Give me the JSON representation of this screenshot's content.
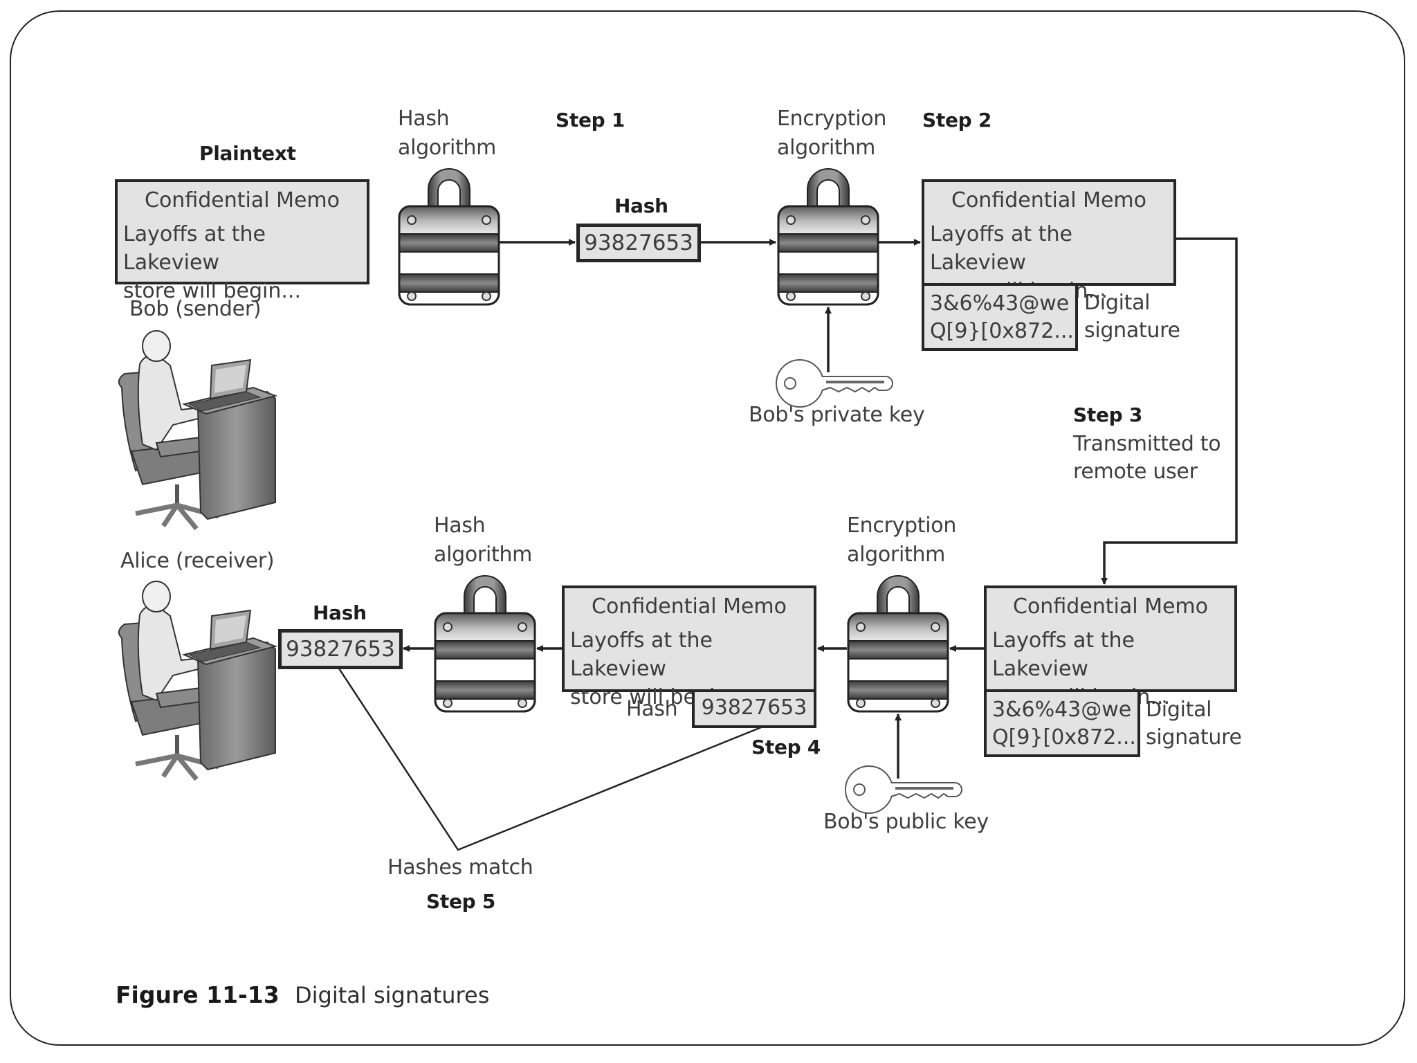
{
  "figure": {
    "number": "Figure 11-13",
    "title": "Digital signatures"
  },
  "sender": {
    "label": "Bob (sender)",
    "icon": "person-at-computer-icon"
  },
  "receiver": {
    "label": "Alice (receiver)",
    "icon": "person-at-computer-icon"
  },
  "plaintext": {
    "heading": "Plaintext",
    "memo_title": "Confidential Memo",
    "memo_line1": "Layoffs at the Lakeview",
    "memo_line2": "store will begin..."
  },
  "step1": {
    "label": "Step 1",
    "algorithm_line1": "Hash",
    "algorithm_line2": "algorithm",
    "hash_heading": "Hash",
    "hash_value": "93827653"
  },
  "step2": {
    "label": "Step 2",
    "algorithm_line1": "Encryption",
    "algorithm_line2": "algorithm",
    "key_label": "Bob's private key",
    "memo_title": "Confidential Memo",
    "memo_line1": "Layoffs at the Lakeview",
    "memo_line2": "store will begin...",
    "signature_line1": "3&6%43@we",
    "signature_line2": "Q[9}[0x872...",
    "signature_label_line1": "Digital",
    "signature_label_line2": "signature"
  },
  "step3": {
    "label": "Step 3",
    "desc_line1": "Transmitted to",
    "desc_line2": "remote user"
  },
  "received": {
    "memo_title": "Confidential Memo",
    "memo_line1": "Layoffs at the Lakeview",
    "memo_line2": "store will begin...",
    "signature_line1": "3&6%43@we",
    "signature_line2": "Q[9}[0x872...",
    "signature_label_line1": "Digital",
    "signature_label_line2": "signature"
  },
  "step4": {
    "label": "Step 4",
    "algorithm_line1": "Encryption",
    "algorithm_line2": "algorithm",
    "key_label": "Bob's public key",
    "memo_title": "Confidential Memo",
    "memo_line1": "Layoffs at the Lakeview",
    "memo_line2": "store will begin...",
    "hash_label": "Hash",
    "hash_value": "93827653"
  },
  "step5": {
    "label": "Step 5",
    "algorithm_line1": "Hash",
    "algorithm_line2": "algorithm",
    "hash_heading": "Hash",
    "hash_value": "93827653",
    "match_label": "Hashes match"
  },
  "colors": {
    "box_fill": "#e3e3e3",
    "box_border": "#262626",
    "text": "#3e3e3e",
    "line": "#222222"
  }
}
